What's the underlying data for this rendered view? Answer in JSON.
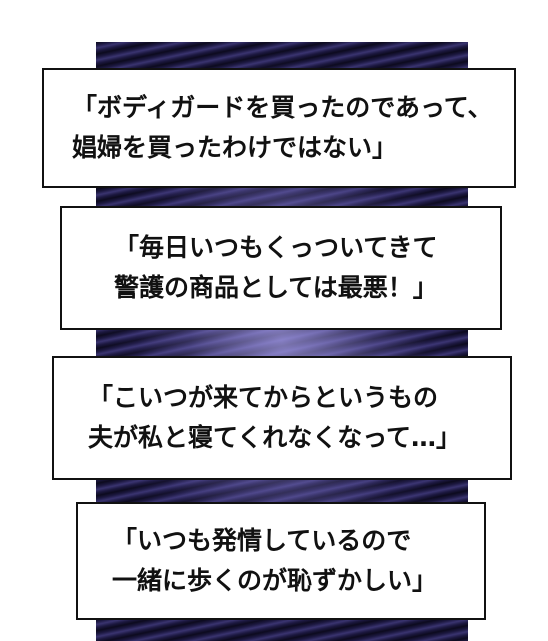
{
  "captions": [
    {
      "lines": [
        "「ボディガードを買ったのであって、",
        "娼婦を買ったわけではない」"
      ]
    },
    {
      "lines": [
        "「毎日いつもくっついてきて",
        "警護の商品としては最悪！」"
      ]
    },
    {
      "lines": [
        "「こいつが来てからというもの",
        "夫が私と寝てくれなくなって…」"
      ]
    },
    {
      "lines": [
        "「いつも発情しているので",
        "一緒に歩くのが恥ずかしい」"
      ]
    }
  ],
  "colors": {
    "panel_background": "#141030",
    "caption_background": "#ffffff",
    "text": "#111111"
  }
}
